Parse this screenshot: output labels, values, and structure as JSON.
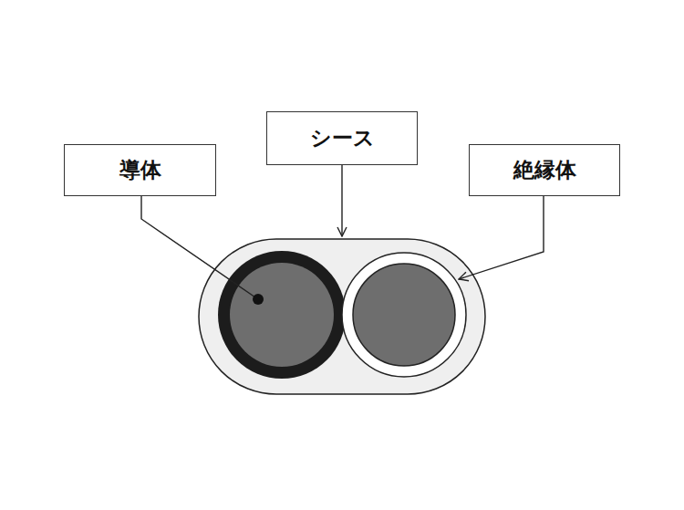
{
  "diagram": {
    "nodes": [
      {
        "text": [
          "導体"
        ]
      },
      {
        "text": [
          "シース"
        ]
      },
      {
        "text": [
          "絶縁体"
        ]
      }
    ]
  }
}
